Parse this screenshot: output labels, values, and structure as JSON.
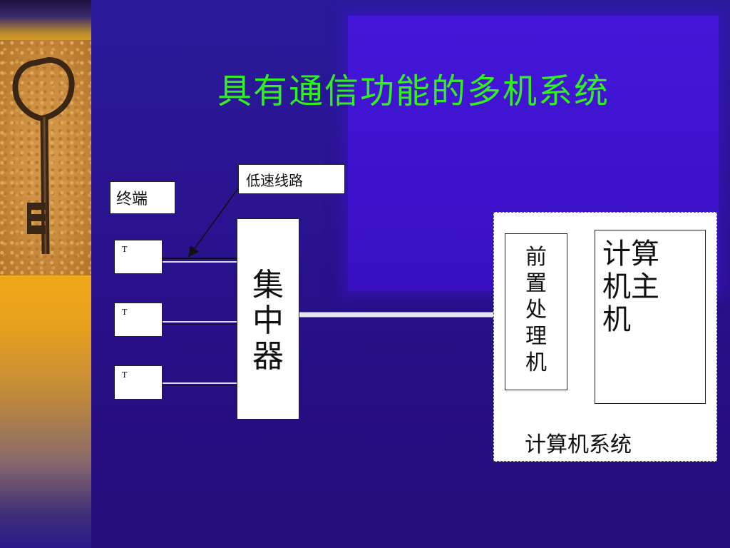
{
  "slide": {
    "title": "具有通信功能的多机系统"
  },
  "diagram": {
    "terminal_label": "终端",
    "line_label": "低速线路",
    "terminals": [
      "T",
      "T",
      "T"
    ],
    "concentrator": [
      "集",
      "中",
      "器"
    ],
    "front_processor": [
      "前",
      "置",
      "处",
      "理",
      "机"
    ],
    "host_lines": [
      "计算",
      "机主",
      "机"
    ],
    "system_label": "计算机系统"
  },
  "colors": {
    "title": "#33ee22",
    "background": "#2a1490",
    "panel": "#4416d8",
    "box_fill": "#ffffff"
  },
  "icons": {
    "key": "key-icon",
    "arrow": "arrow-icon"
  }
}
